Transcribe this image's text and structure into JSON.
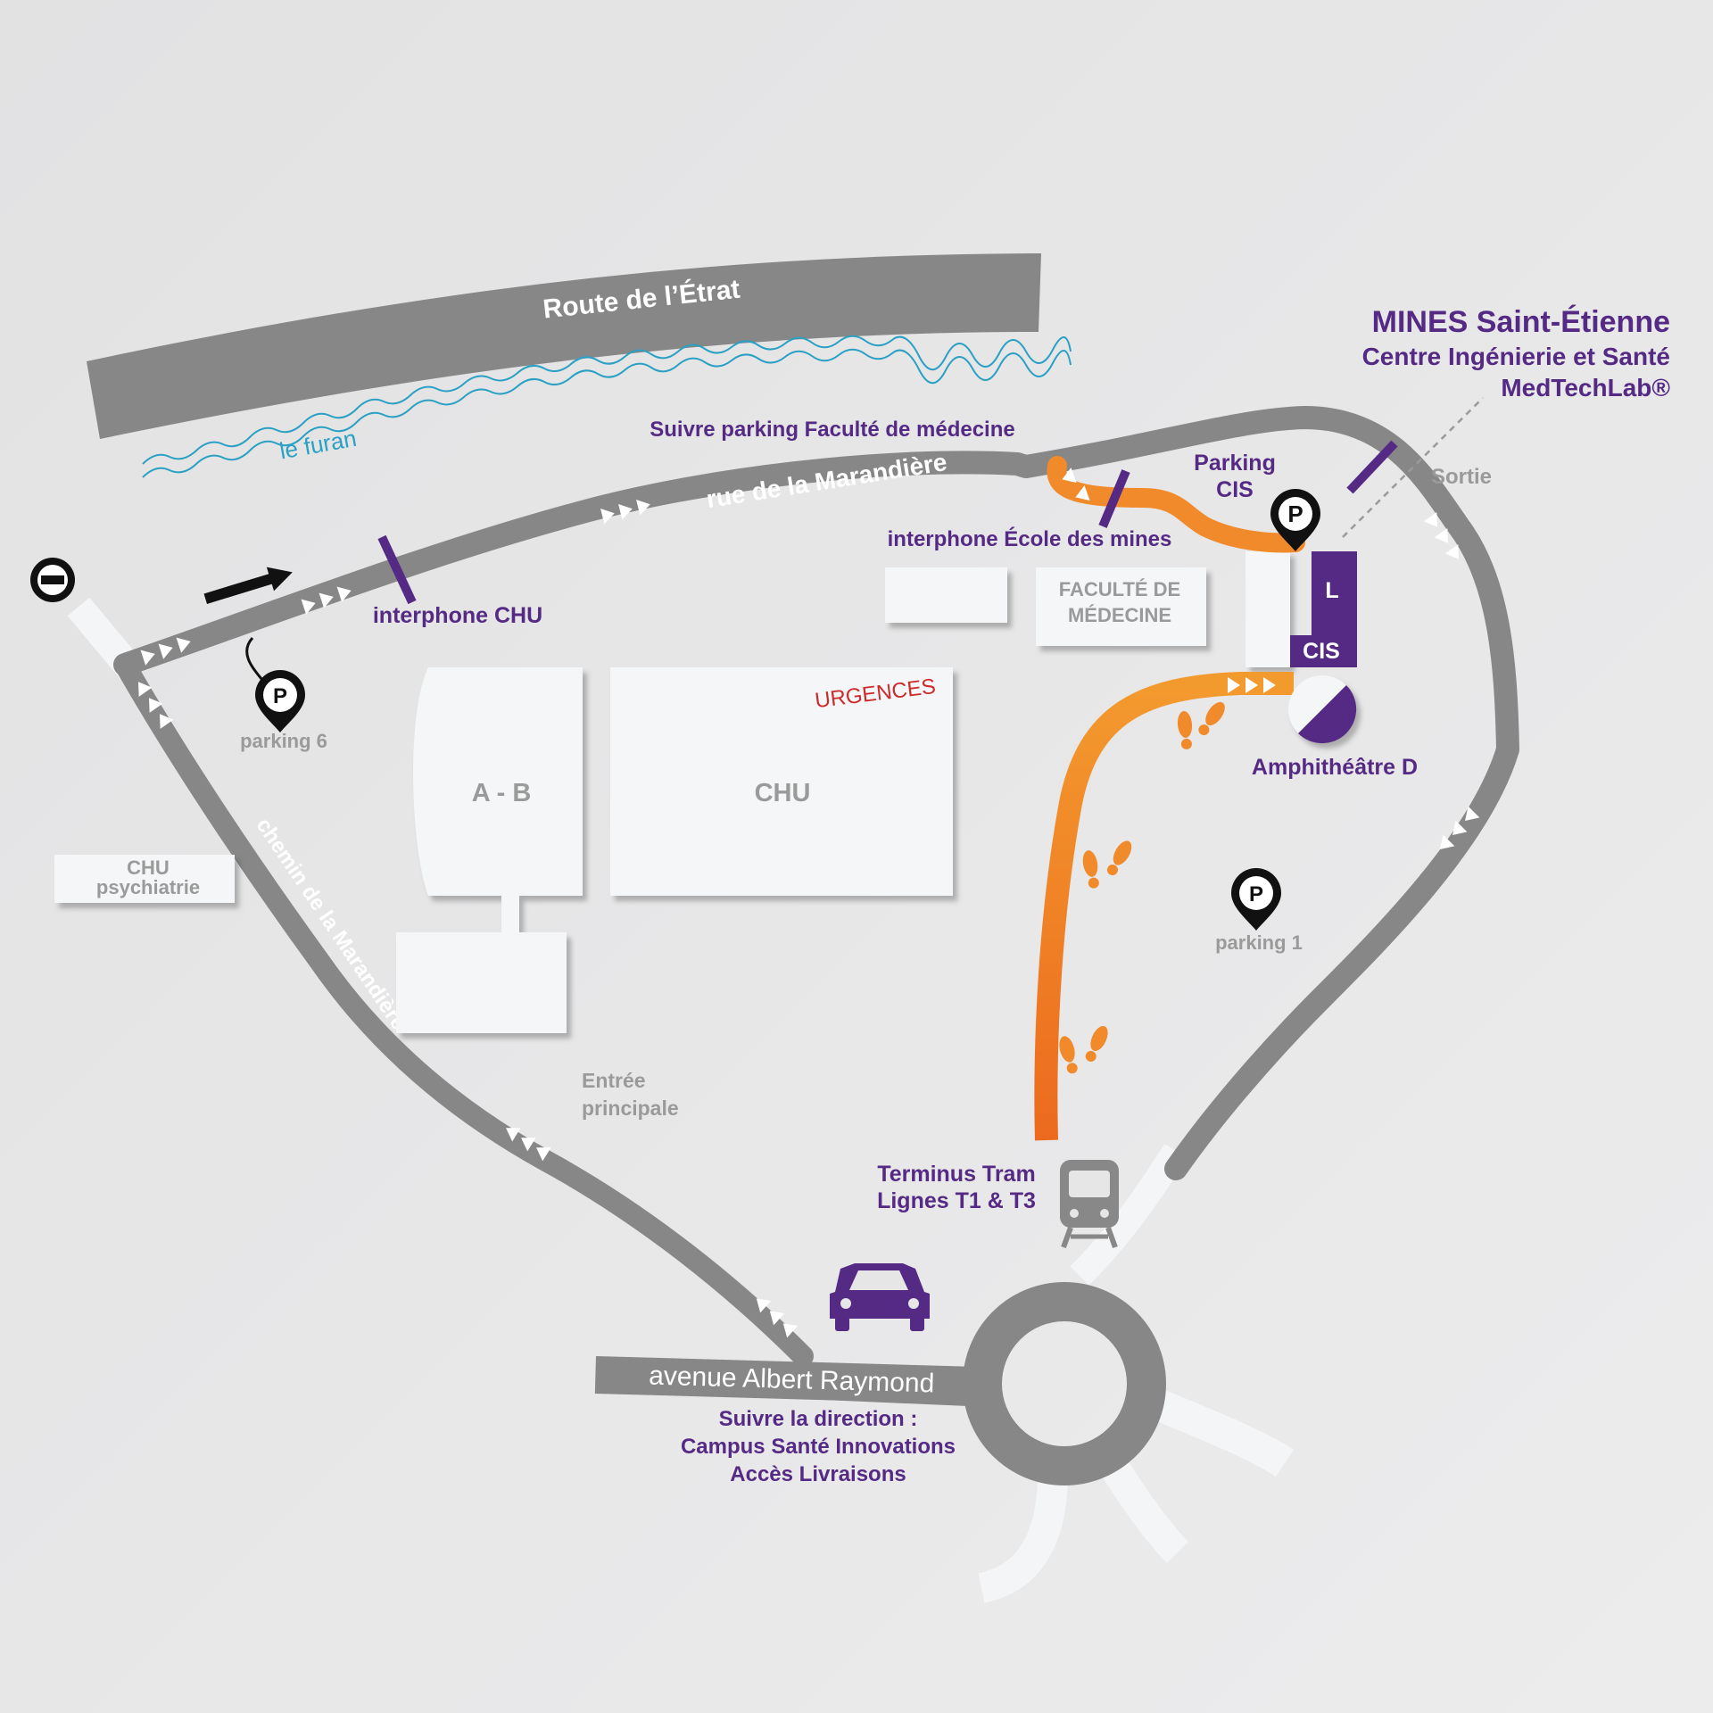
{
  "roads": {
    "route_etrat": "Route de l’Étrat",
    "rue_marandiere": "rue de la Marandière",
    "chemin_marandiere": "chemin de la Marandière",
    "avenue_albert": "avenue Albert Raymond"
  },
  "river": {
    "name": "le furan"
  },
  "directions": {
    "follow_faculty_parking": "Suivre parking Faculté de médecine",
    "follow_direction_1": "Suivre la direction :",
    "follow_direction_2": "Campus Santé Innovations",
    "follow_direction_3": "Accès Livraisons"
  },
  "intercoms": {
    "chu": "interphone CHU",
    "ecole": "interphone École des mines"
  },
  "parkings": {
    "p_glyph": "P",
    "parking6": "parking 6",
    "parking1": "parking 1",
    "parking_cis_1": "Parking",
    "parking_cis_2": "CIS"
  },
  "buildings": {
    "ab": "A - B",
    "chu": "CHU",
    "urgences": "URGENCES",
    "faculte_1": "FACULTÉ DE",
    "faculte_2": "MÉDECINE",
    "psy_1": "CHU",
    "psy_2": "psychiatrie",
    "l": "L",
    "cis": "CIS",
    "amphi": "Amphithéâtre D"
  },
  "labels": {
    "sortie": "Sortie",
    "entree_1": "Entrée",
    "entree_2": "principale",
    "tram_1": "Terminus Tram",
    "tram_2": "Lignes T1 & T3"
  },
  "mines": {
    "title": "MINES Saint-Étienne",
    "line1": "Centre Ingénierie et Santé",
    "line2": "MedTechLab®"
  },
  "colors": {
    "road": "#868686",
    "white_road": "#f4f5f6",
    "purple": "#552a84",
    "orange": "#f08a2a",
    "river": "#2aa0c4",
    "urgences": "#cc2b2b",
    "label_gray": "#9a9a9a"
  },
  "icons": [
    "no-entry-icon",
    "direction-arrow-icon",
    "parking-pin-icon",
    "tram-icon",
    "car-icon",
    "footsteps-icon",
    "intercom-barrier-icon"
  ]
}
